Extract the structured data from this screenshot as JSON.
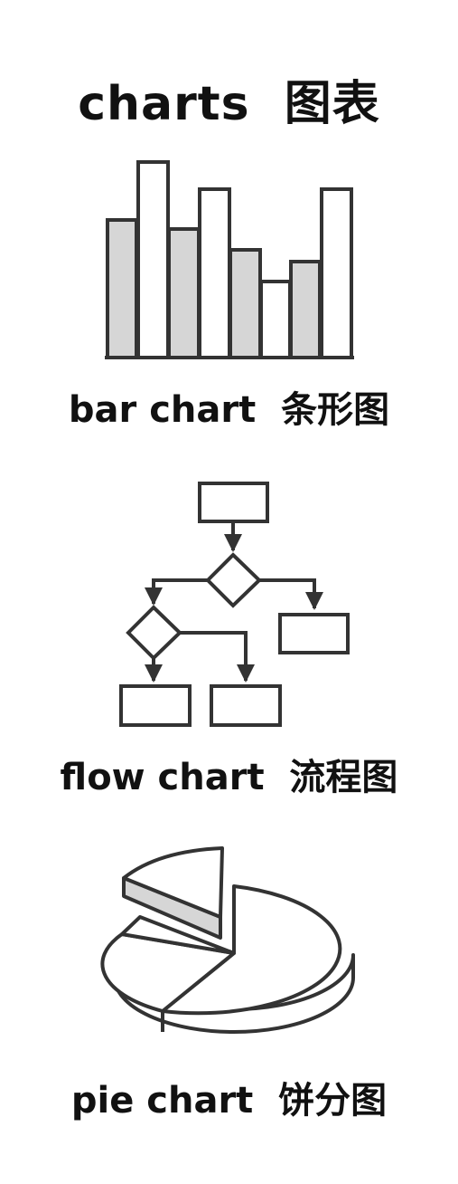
{
  "page": {
    "title": "charts  图表"
  },
  "illustrations": [
    {
      "id": "bar",
      "caption": "bar chart  条形图",
      "icon": "bar-chart-icon"
    },
    {
      "id": "flow",
      "caption": "flow chart  流程图",
      "icon": "flow-chart-icon"
    },
    {
      "id": "pie",
      "caption": "pie chart  饼分图",
      "icon": "pie-chart-icon"
    }
  ],
  "colors": {
    "stroke": "#333333",
    "fill_gray": "#d6d6d6",
    "fill_white": "#ffffff",
    "text": "#111111"
  }
}
